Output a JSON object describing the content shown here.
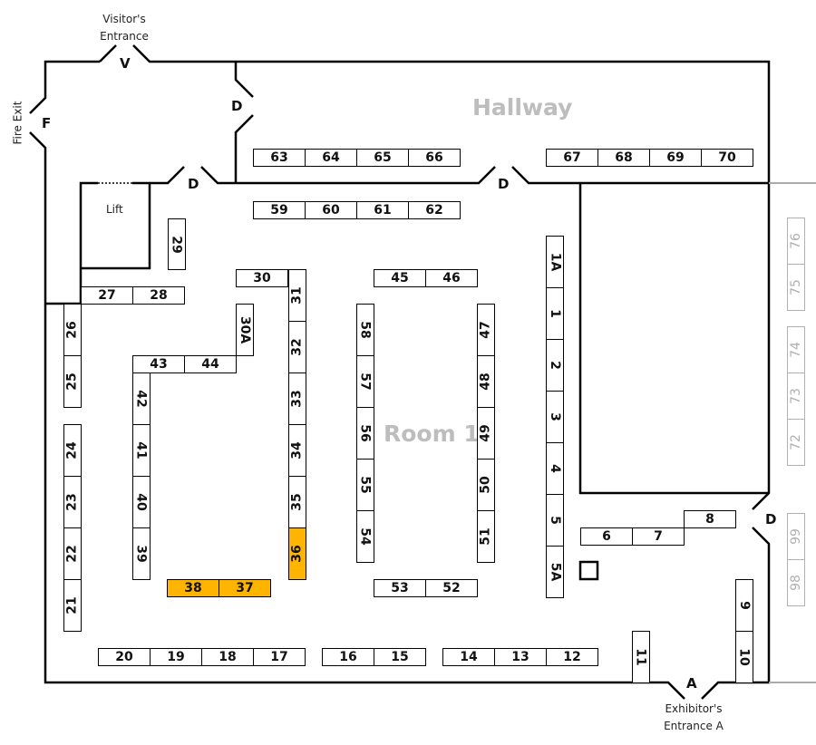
{
  "labels": {
    "visitor_line1": "Visitor's",
    "visitor_line2": "Entrance",
    "fire_exit": "Fire Exit",
    "exhibitor_line1": "Exhibitor's",
    "exhibitor_line2": "Entrance A",
    "lift": "Lift",
    "hallway": "Hallway",
    "room1": "Room 1"
  },
  "doors": {
    "visitor": "V",
    "fire": "F",
    "door": "D",
    "exhibitor": "A"
  },
  "colors": {
    "reserved": "#ffb400",
    "outside": "#b0b0b0"
  },
  "booths": {
    "b1A": "1A",
    "b1": "1",
    "b2": "2",
    "b3": "3",
    "b4": "4",
    "b5": "5",
    "b5A": "5A",
    "b6": "6",
    "b7": "7",
    "b8": "8",
    "b9": "9",
    "b10": "10",
    "b11": "11",
    "b12": "12",
    "b13": "13",
    "b14": "14",
    "b15": "15",
    "b16": "16",
    "b17": "17",
    "b18": "18",
    "b19": "19",
    "b20": "20",
    "b21": "21",
    "b22": "22",
    "b23": "23",
    "b24": "24",
    "b25": "25",
    "b26": "26",
    "b27": "27",
    "b28": "28",
    "b29": "29",
    "b30": "30",
    "b30A": "30A",
    "b31": "31",
    "b32": "32",
    "b33": "33",
    "b34": "34",
    "b35": "35",
    "b36": "36",
    "b37": "37",
    "b38": "38",
    "b39": "39",
    "b40": "40",
    "b41": "41",
    "b42": "42",
    "b43": "43",
    "b44": "44",
    "b45": "45",
    "b46": "46",
    "b47": "47",
    "b48": "48",
    "b49": "49",
    "b50": "50",
    "b51": "51",
    "b52": "52",
    "b53": "53",
    "b54": "54",
    "b55": "55",
    "b56": "56",
    "b57": "57",
    "b58": "58",
    "b59": "59",
    "b60": "60",
    "b61": "61",
    "b62": "62",
    "b63": "63",
    "b64": "64",
    "b65": "65",
    "b66": "66",
    "b67": "67",
    "b68": "68",
    "b69": "69",
    "b70": "70",
    "b72": "72",
    "b73": "73",
    "b74": "74",
    "b75": "75",
    "b76": "76",
    "b98": "98",
    "b99": "99"
  },
  "reserved_booths": [
    "36",
    "37",
    "38"
  ]
}
